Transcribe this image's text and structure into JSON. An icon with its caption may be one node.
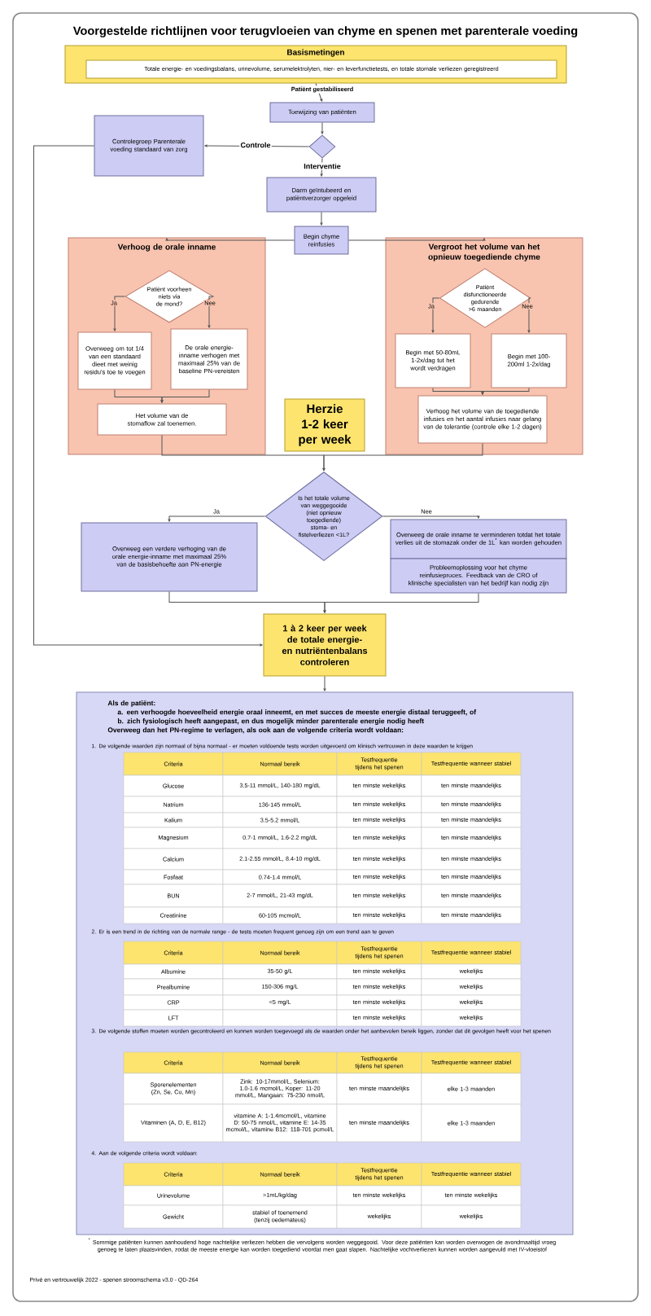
{
  "diagram": {
    "title": "Voorgestelde richtlijnen voor terugvloeien van chyme en spenen met parenterale voeding",
    "nodes": [
      {
        "text": [
          "Basismetingen"
        ]
      },
      {
        "text": [
          "Totale energie- en voedingsbalans, urinevolume, serumelektrolyten, nier- en leverfunctietests, en totale stomale verliezen geregistreerd"
        ],
        "in": 0
      },
      {
        "text": [
          "Toewijzing van patiënten"
        ]
      },
      {
        "text": [],
        "shape": "diamond"
      },
      {
        "text": [
          "Controlegroep Parenterale voeding standaard van zorg"
        ]
      },
      {
        "text": [
          "Darm geïntubeerd en patiëntverzorger opgeleid"
        ]
      },
      {
        "text": [
          "Begin chyme reinfusies"
        ]
      },
      {
        "text": [
          "Verhoog de orale inname"
        ]
      },
      {
        "text": [
          "Patiënt voorheen niets via de mond?"
        ],
        "in": 7
      },
      {
        "text": [
          "Overweeg om tot 1/4 van een standaard dieet met weinig residu's toe te voegen"
        ],
        "in": 7
      },
      {
        "text": [
          "De orale energie-inname verhogen met maximaal 25% van de baseline PN-vereisten"
        ],
        "in": 7
      },
      {
        "text": [
          "Het volume van de stomaflow zal toenemen."
        ],
        "in": 7
      },
      {
        "text": [
          "Vergroot het volume van het opnieuw toegediende chyme"
        ]
      },
      {
        "text": [
          "Patiënt disfunctioneerde gedurende >6 maanden"
        ],
        "in": 12
      },
      {
        "text": [
          "Begin met 50-80mL 1-2x/dag tot het wordt verdragen"
        ],
        "in": 12
      },
      {
        "text": [
          "Begin met 100-200ml 1-2x/dag"
        ],
        "in": 12
      },
      {
        "text": [
          "Verhoog het volume van de toegediende infusies en het aantal infusies naar gelang van de tolerantie (controle elke 1-2 dagen)"
        ],
        "in": 12
      },
      {
        "text": [
          "Herzie 1-2 keer per week"
        ]
      },
      {
        "text": [
          "Is het totale volume van weggegooide (niet opnieuw toegediende) stoma- en fistelverliezen <1L?"
        ]
      },
      {
        "text": [
          "Overweeg een verdere verhoging van de orale energie-inname met maximaal 25% van de basisbehoefte aan PN-energie"
        ]
      },
      {
        "text": [
          "Overweeg de orale inname te verminderen totdat het totale verlies uit de stomazak onder de 1L$^{*}$ kan worden gehouden"
        ]
      },
      {
        "text": [
          "Probleemoplossing voor het chyme reinfusieproces. Feedback van de CRO of klinische specialisten van het bedrijf kan nodig zijn"
        ]
      },
      {
        "text": [
          "1 à 2 keer per week de totale energie- en nutriëntenbalans controleren"
        ]
      },
      {
        "text": [
          "Als de patiënt:",
          "a. een verhoogde hoeveelheid energie oraal inneemt, en met succes de meeste energie distaal teruggeeft, of",
          "b. zich fysiologisch heeft aangepast, en dus mogelijk minder parenterale energie nodig heeft",
          "Overweeg dan het PN-regime te verlagen, als ook aan de volgende criteria wordt voldaan:",
          "1. De volgende waarden zijn normaal of bijna normaal - er moeten voldoende tests worden uitgevoerd om klinisch vertrouwen in deze waarden te krijgen",
          "2. Er is een trend in de richting van de normale range - de tests moeten frequent genoeg zijn om een trend aan te geven",
          "3. De volgende stoffen moeten worden gecontroleerd en kunnen worden toegevoegd als de waarden onder het aanbevolen bereik liggen, zonder dat dit gevolgen heeft voor het spenen",
          "4. Aan de volgende criteria wordt voldaan:"
        ]
      }
    ],
    "edges": [
      {
        "from": 0,
        "to": 2,
        "arrow": "to",
        "label": "Patiënt gestabiliseerd"
      },
      {
        "from": 2,
        "to": 3,
        "arrow": "to"
      },
      {
        "from": 3,
        "to": 4,
        "arrow": "to",
        "label": "Controle"
      },
      {
        "from": 3,
        "to": 5,
        "arrow": "to",
        "label": "Interventie"
      },
      {
        "from": 5,
        "to": 6,
        "arrow": "to"
      },
      {
        "from": 6,
        "to": 7,
        "arrow": "to"
      },
      {
        "from": 6,
        "to": 12,
        "arrow": "to"
      },
      {
        "from": 8,
        "to": 9,
        "arrow": "to",
        "label": "Ja"
      },
      {
        "from": 8,
        "to": 10,
        "arrow": "to",
        "label": "Nee"
      },
      {
        "from": 9,
        "to": 11,
        "arrow": "to"
      },
      {
        "from": 10,
        "to": 11,
        "arrow": "to"
      },
      {
        "from": 13,
        "to": 14,
        "arrow": "to",
        "label": "Ja"
      },
      {
        "from": 13,
        "to": 15,
        "arrow": "to",
        "label": "Nee"
      },
      {
        "from": 14,
        "to": 16,
        "arrow": "to"
      },
      {
        "from": 15,
        "to": 16,
        "arrow": "to"
      },
      {
        "from": 11,
        "to": 18,
        "arrow": "to"
      },
      {
        "from": 16,
        "to": 18,
        "arrow": "to"
      },
      {
        "from": 18,
        "to": 19,
        "arrow": "to",
        "label": "Ja"
      },
      {
        "from": 18,
        "to": 20,
        "arrow": "to",
        "label": "Nee"
      },
      {
        "from": 19,
        "to": 22,
        "arrow": "to"
      },
      {
        "from": 21,
        "to": 22,
        "arrow": "to"
      },
      {
        "from": 4,
        "to": 22,
        "arrow": "to"
      },
      {
        "from": 22,
        "to": 23,
        "arrow": "to"
      }
    ],
    "labels": [
      "Criteria",
      "Normaal bereik",
      "Testfrequentie tijdens het spenen",
      "Testfrequentie wanneer stabiel",
      "Glucose",
      "3.5-11 mmol/L, 140-180 mg/dL",
      "ten minste wekelijks",
      "ten minste maandelijks",
      "Natrium",
      "136-145 mmol/L",
      "ten minste wekelijks",
      "ten minste maandelijks",
      "Kalium",
      "3.5-5.2 mmol/L",
      "ten minste wekelijks",
      "ten minste maandelijks",
      "Magnesium",
      "0.7-1 mmol/L, 1.6-2.2 mg/dL",
      "ten minste wekelijks",
      "ten minste maandelijks",
      "Calcium",
      "2.1-2.55 mmol/L, 8.4-10 mg/dL",
      "ten minste wekelijks",
      "ten minste maandelijks",
      "Fosfaat",
      "0.74-1.4 mmol/L",
      "ten minste wekelijks",
      "ten minste maandelijks",
      "BUN",
      "2-7 mmol/L, 21-43 mg/dL",
      "ten minste wekelijks",
      "ten minste maandelijks",
      "Creatinine",
      "60-105 mcmol/L",
      "ten minste wekelijks",
      "ten minste maandelijks",
      "Criteria",
      "Normaal bereik",
      "Testfrequentie tijdens het spenen",
      "Testfrequentie wanneer stabiel",
      "Albumine",
      "35-50 g/L",
      "ten minste wekelijks",
      "wekelijks",
      "Prealbumine",
      "150-306 mg/L",
      "ten minste wekelijks",
      "wekelijks",
      "CRP",
      "<5 mg/L",
      "ten minste wekelijks",
      "wekelijks",
      "LFT",
      "ten minste wekelijks",
      "wekelijks",
      "Criteria",
      "Normaal bereik",
      "Testfrequentie tijdens het spenen",
      "Testfrequentie wanneer stabiel",
      "Sporenelementen (Zn, Se, Cu, Mn)",
      "Zink: 10-17mmol/L, Selenium: 1.0-1.6 mcmol/L, Koper: 11-20 mmol/L, Mangaan: 75-230 nmol/L",
      "ten minste maandelijks",
      "elke 1-3 maanden",
      "Vitaminen (A, D, E, B12)",
      "vitamine A: 1-1.4mcmol/L, vitamine D: 50-75 nmol/L, vitamine E: 14-35 mcmol/L, vitamine B12: 118-701 pcmol/L",
      "ten minste maandelijks",
      "elke 1-3 maanden",
      "Criteria",
      "Normaal bereik",
      "Testfrequentie tijdens het spenen",
      "Testfrequentie wanneer stabiel",
      "Urinevolume",
      ">1mL/kg/dag",
      "ten minste wekelijks",
      "ten minste wekelijks",
      "Gewicht",
      "stabiel of toenemend (tenzij oedemateus)",
      "wekelijks",
      "wekelijks",
      "$^{*}$ Sommige patiënten kunnen aanhoudend hoge nachtelijke verliezen hebben die vervolgens worden weggegooid. Voor deze patiënten kan worden overwogen de avondmaaltijd vroeg genoeg te laten plaatsvinden, zodat de meeste energie kan worden toegediend voordat men gaat slapen. Nachtelijke vochtverliezen kunnen worden aangevuld met IV-vloeistof",
      "Privé en vertrouwelijk 2022 - spenen stroomschema v3.0 - QD-264"
    ]
  }
}
